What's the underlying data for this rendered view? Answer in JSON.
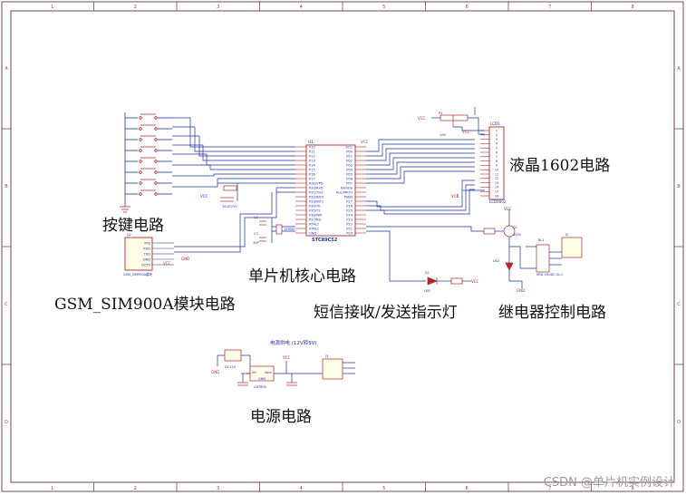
{
  "frame": {
    "columns": [
      "1",
      "2",
      "3",
      "4",
      "5",
      "6",
      "7",
      "8"
    ],
    "rows": [
      "A",
      "B",
      "C",
      "D"
    ]
  },
  "labels": {
    "keys": "按键电路",
    "lcd": "液晶1602电路",
    "mcu": "单片机核心电路",
    "gsm": "GSM_SIM900A模块电路",
    "sms_led": "短信接收/发送指示灯",
    "relay": "继电器控制电路",
    "power": "电源电路",
    "power_title": "电源供电 (12V转5V)"
  },
  "mcu_chip": {
    "name": "STC89C52",
    "ref": "U1",
    "left_pins": [
      "P10",
      "P11",
      "P12",
      "P13",
      "P14",
      "P15",
      "P16",
      "P17",
      "RST/VPD",
      "P30/RxD",
      "P31/TxD",
      "P32/INT0",
      "P33/INT1",
      "P34/T0",
      "P35/T1",
      "P36/WR",
      "P37/RD",
      "XTAL2",
      "XTAL1",
      "GND"
    ],
    "right_pins": [
      "VCC",
      "P00",
      "P01",
      "P02",
      "P03",
      "P04",
      "P05",
      "P06",
      "P07",
      "EA/Vpp",
      "ALE/PROG",
      "PSEN",
      "P27",
      "P26",
      "P25",
      "P24",
      "P23",
      "P22",
      "P21",
      "P20"
    ]
  },
  "lcd_chip": {
    "name": "LCD1602",
    "pins": [
      "1",
      "2",
      "3",
      "4",
      "5",
      "6",
      "7",
      "8",
      "9",
      "10",
      "11",
      "12",
      "13",
      "14",
      "15",
      "16"
    ]
  },
  "gsm_chip": {
    "name": "GSM_SIM900A模块",
    "pins": [
      "PPS",
      "RXD",
      "TXD",
      "GND",
      "DCTV"
    ]
  },
  "regulator": {
    "name": "LM7805",
    "vin": "Vin",
    "vout": "Vout",
    "gnd": "GND"
  },
  "nets": {
    "vcc": "VCC",
    "gnd": "GND"
  },
  "watermark": "CSDN @单片机实例设计"
}
